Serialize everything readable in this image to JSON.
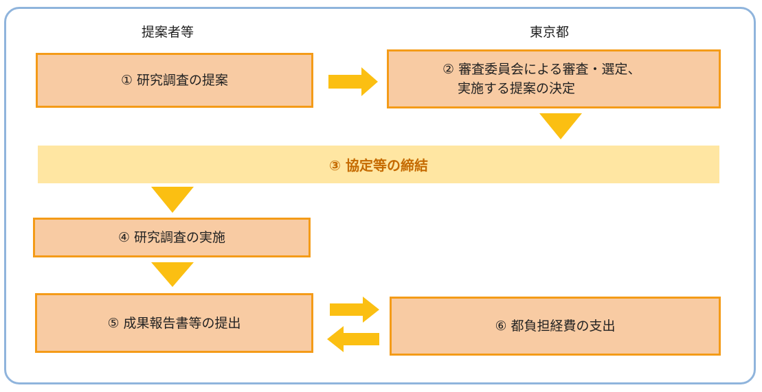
{
  "headers": {
    "left": "提案者等",
    "right": "東京都"
  },
  "steps": {
    "s1": "① 研究調査の提案",
    "s2_line1": "② 審査委員会による審査・選定、",
    "s2_line2": "実施する提案の決定",
    "s3": "③ 協定等の締結",
    "s4": "④ 研究調査の実施",
    "s5": "⑤ 成果報告書等の提出",
    "s6": "⑥ 都負担経費の支出"
  },
  "colors": {
    "frame_border": "#8fb4dc",
    "box_fill": "#f8cba3",
    "box_border": "#f49b18",
    "band_fill": "#ffe6a2",
    "band_text": "#c56a00",
    "arrow": "#fbbf12"
  }
}
